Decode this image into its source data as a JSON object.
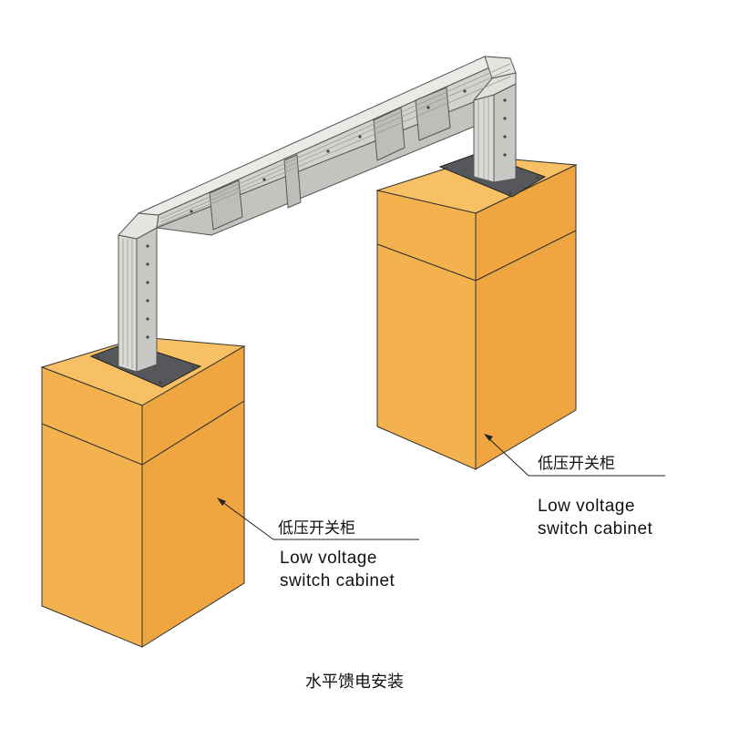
{
  "caption": "水平馈电安装",
  "left_cabinet": {
    "label_zh": "低压开关柜",
    "label_en_line1": "Low voltage",
    "label_en_line2": "switch cabinet"
  },
  "right_cabinet": {
    "label_zh": "低压开关柜",
    "label_en_line1": "Low voltage",
    "label_en_line2": "switch cabinet"
  },
  "colors": {
    "cabinet_front": "#F4B24E",
    "cabinet_side": "#F0A63F",
    "cabinet_top": "#F7C064",
    "busway": "#D9D9D6",
    "busway_dark": "#BDBDB9",
    "plate": "#55575A"
  }
}
